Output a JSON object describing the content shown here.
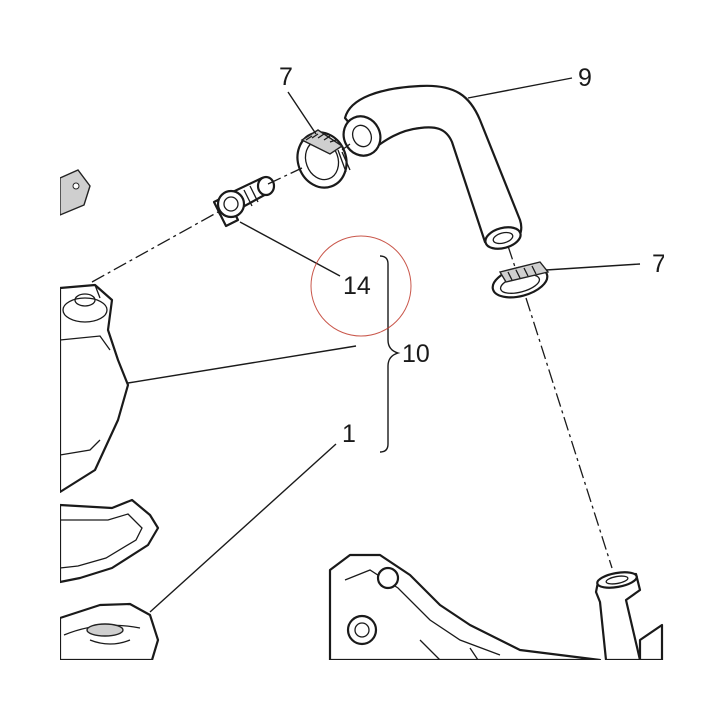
{
  "labels": {
    "l7a": "7",
    "l9": "9",
    "l7b": "7",
    "l14": "14",
    "l10": "10",
    "l1": "1"
  },
  "highlight_color": "#c0392b"
}
